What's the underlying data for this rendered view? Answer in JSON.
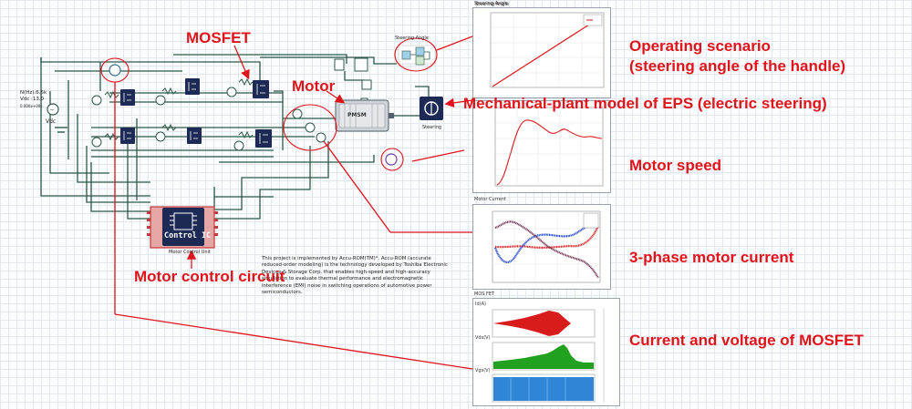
{
  "annotations": {
    "mosfet": "MOSFET",
    "motor": "Motor",
    "operating_scenario_line1": "Operating scenario",
    "operating_scenario_line2": "(steering angle of the handle)",
    "mechanical_plant": "Mechanical-plant model of EPS (electric steering)",
    "motor_speed": "Motor speed",
    "three_phase_current": "3-phase motor current",
    "motor_control_circuit": "Motor control circuit",
    "mosfet_current_voltage": "Current and voltage of MOSFET"
  },
  "schematic": {
    "control_ic_label": "Control IC",
    "motor_control_unit_label": "Motor Control Unit",
    "motor_label": "PMSM",
    "steering_label": "Steering",
    "steering_angle_block_label": "Steering Angle",
    "vdc_label": "Vdc",
    "source_readout_line1": "N(Hz):6.5k",
    "source_readout_line2": "Vdc :13.0",
    "source_readout_line3": "0.000e+00s"
  },
  "note_text": "This project is implemented by Accu-ROM(TM)*. Accu-ROM (accurate reduced-order modeling) is the technology developed by Toshiba Electronic Devices & Storage Corp. that enables high-speed and high-accuracy simulation to evaluate thermal performance and electromagnetic interference (EMI) noise in switching operations of automotive power semiconductors.",
  "panels": {
    "steering_angle_title": "Steering Angle",
    "motor_speed_title": "Motor Speed",
    "motor_current_title": "Motor Current",
    "mosfet_title": "MOS FET",
    "mosfet_sub1": "Id(A)",
    "mosfet_sub2": "Vds(V)",
    "mosfet_sub3": "Vgs(V)"
  },
  "colors": {
    "annotation_red": "#e0141b",
    "wire_green": "#2e5948",
    "block_navy": "#1c2a55",
    "phase_red": "#d81b1b",
    "phase_blue": "#1c3fd0",
    "phase_purple": "#6a2a4a",
    "vds_green": "#22a020",
    "vgs_blue": "#2f86d6"
  },
  "chart_data": [
    {
      "type": "line",
      "title": "Steering Angle",
      "series": [
        {
          "values": [
            [
              0,
              0
            ],
            [
              1,
              1
            ]
          ]
        }
      ],
      "note": "linear ramp of steering angle over time"
    },
    {
      "type": "line",
      "title": "Motor Speed",
      "series": [
        {
          "values": [
            [
              0,
              0
            ],
            [
              0.1,
              0.55
            ],
            [
              0.25,
              0.95
            ],
            [
              0.4,
              0.85
            ],
            [
              0.55,
              0.7
            ],
            [
              0.7,
              0.78
            ],
            [
              0.85,
              0.6
            ],
            [
              1,
              0.6
            ]
          ]
        }
      ]
    },
    {
      "type": "line",
      "title": "Motor Current",
      "series": [
        {
          "values": []
        },
        {
          "values": []
        },
        {
          "values": []
        }
      ],
      "note": "three-phase currents crossing near the middle"
    },
    {
      "type": "area",
      "title": "MOS FET",
      "series": [
        {
          "values": []
        },
        {
          "values": []
        },
        {
          "values": []
        }
      ]
    }
  ]
}
